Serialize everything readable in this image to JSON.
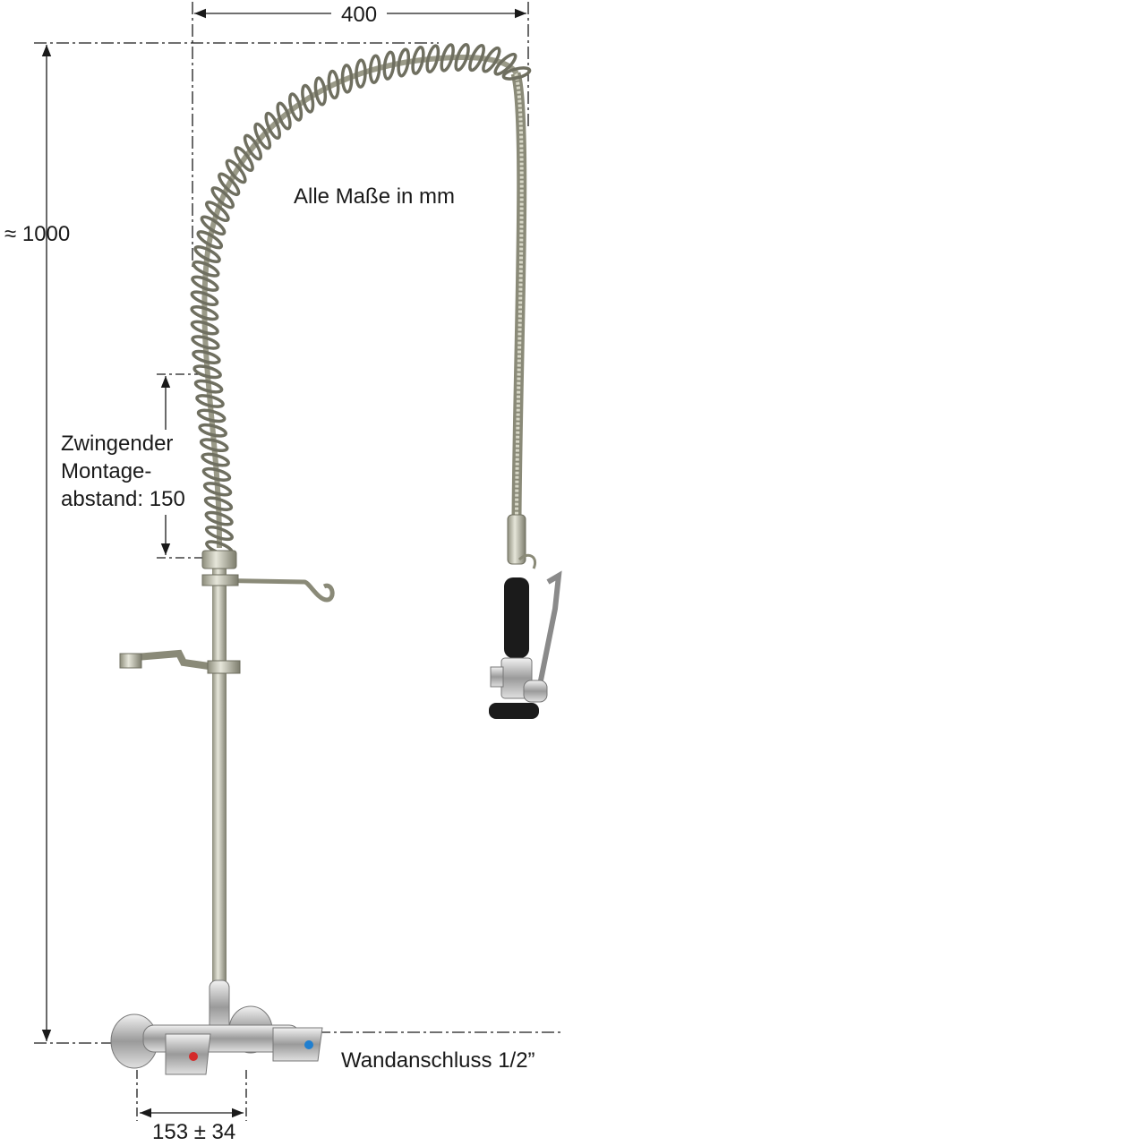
{
  "dimensions": {
    "width_label": "400",
    "height_label": "≈ 1000",
    "spacing_label_lines": [
      "Zwingender",
      "Montage-",
      "abstand: 150"
    ],
    "base_label": "153 ± 34"
  },
  "notes": {
    "units": "Alle Maße in mm",
    "connection": "Wandanschluss 1/2”"
  },
  "colors": {
    "line": "#1a1a1a",
    "steel": "#b9b9a6",
    "steel_dark": "#6f6f60",
    "hot": "#d42a2a",
    "cold": "#1f7fd0",
    "grip": "#1b1b1b"
  }
}
